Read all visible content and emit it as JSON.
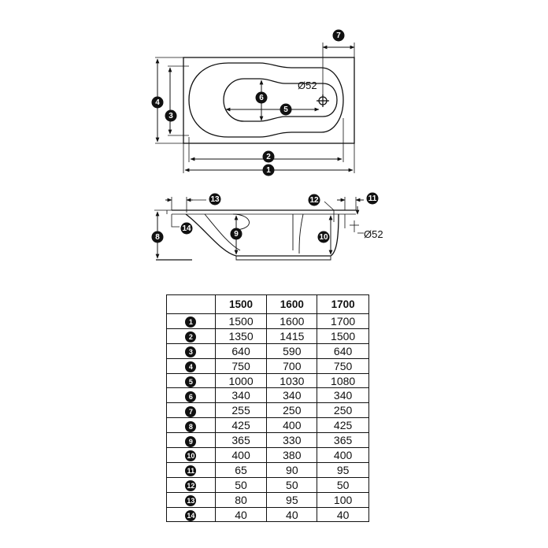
{
  "diagram": {
    "markers": [
      "1",
      "2",
      "3",
      "4",
      "5",
      "6",
      "7",
      "8",
      "9",
      "10",
      "11",
      "12",
      "13",
      "14"
    ],
    "drain_label_top": "Ø52",
    "drain_label_side": "Ø52"
  },
  "table": {
    "columns": [
      "1500",
      "1600",
      "1700"
    ],
    "rows": [
      {
        "marker": "1",
        "values": [
          "1500",
          "1600",
          "1700"
        ]
      },
      {
        "marker": "2",
        "values": [
          "1350",
          "1415",
          "1500"
        ]
      },
      {
        "marker": "3",
        "values": [
          "640",
          "590",
          "640"
        ]
      },
      {
        "marker": "4",
        "values": [
          "750",
          "700",
          "750"
        ]
      },
      {
        "marker": "5",
        "values": [
          "1000",
          "1030",
          "1080"
        ]
      },
      {
        "marker": "6",
        "values": [
          "340",
          "340",
          "340"
        ]
      },
      {
        "marker": "7",
        "values": [
          "255",
          "250",
          "250"
        ]
      },
      {
        "marker": "8",
        "values": [
          "425",
          "400",
          "425"
        ]
      },
      {
        "marker": "9",
        "values": [
          "365",
          "330",
          "365"
        ]
      },
      {
        "marker": "10",
        "values": [
          "400",
          "380",
          "400"
        ]
      },
      {
        "marker": "11",
        "values": [
          "65",
          "90",
          "95"
        ]
      },
      {
        "marker": "12",
        "values": [
          "50",
          "50",
          "50"
        ]
      },
      {
        "marker": "13",
        "values": [
          "80",
          "95",
          "100"
        ]
      },
      {
        "marker": "14",
        "values": [
          "40",
          "40",
          "40"
        ]
      }
    ]
  }
}
